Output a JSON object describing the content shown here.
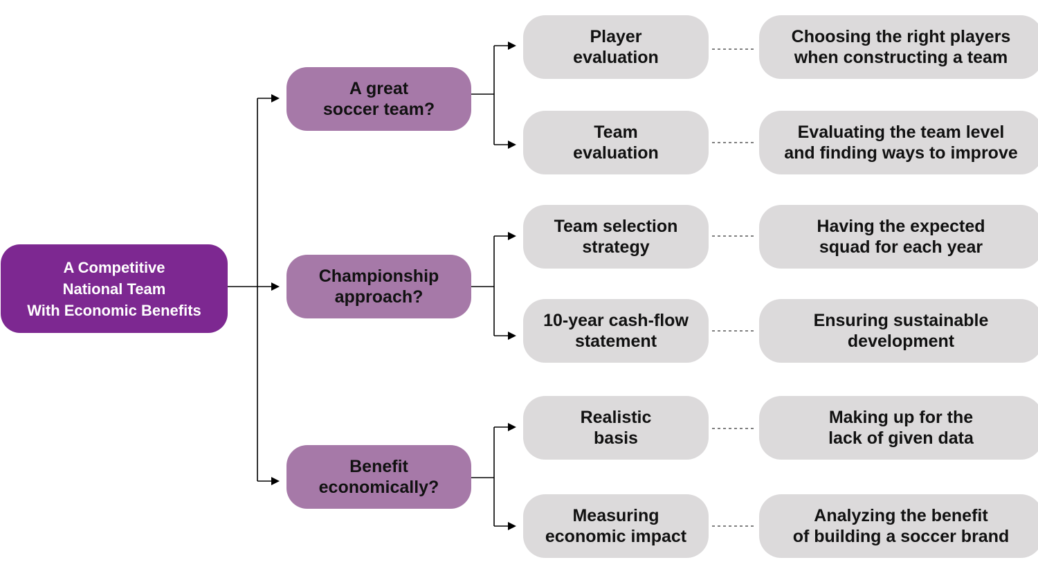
{
  "root": {
    "label": "A Competitive\nNational Team\nWith Economic Benefits"
  },
  "branches": [
    {
      "label": "A great\nsoccer team?",
      "methods": [
        {
          "label": "Player\nevaluation",
          "goal": "Choosing the right players\nwhen constructing a team"
        },
        {
          "label": "Team\nevaluation",
          "goal": "Evaluating the team level\nand finding ways to improve"
        }
      ]
    },
    {
      "label": "Championship\napproach?",
      "methods": [
        {
          "label": "Team selection\nstrategy",
          "goal": "Having the expected\nsquad for each year"
        },
        {
          "label": "10-year cash-flow\nstatement",
          "goal": "Ensuring sustainable\ndevelopment"
        }
      ]
    },
    {
      "label": "Benefit\neconomically?",
      "methods": [
        {
          "label": "Realistic\nbasis",
          "goal": "Making up for the\nlack of given data"
        },
        {
          "label": "Measuring\neconomic impact",
          "goal": "Analyzing the benefit\nof building a soccer brand"
        }
      ]
    }
  ],
  "colors": {
    "root": "#7d2891",
    "branch": "#a679a8",
    "leaf": "#dcdadb",
    "line": "#000000"
  }
}
